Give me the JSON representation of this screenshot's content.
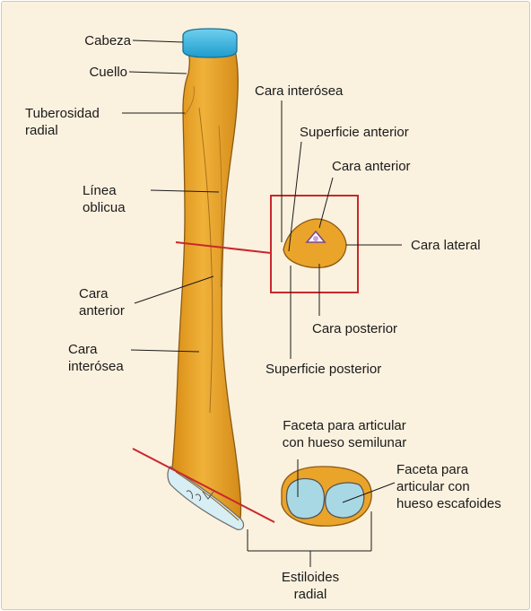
{
  "labels": {
    "cabeza": "Cabeza",
    "cuello": "Cuello",
    "tuberosidad_1": "Tuberosidad",
    "tuberosidad_2": "radial",
    "linea_1": "Línea",
    "linea_2": "oblicua",
    "cara_anterior_1": "Cara",
    "cara_anterior_2": "anterior",
    "cara_interosea_1": "Cara",
    "cara_interosea_2": "interósea",
    "cara_interosea_top": "Cara interósea",
    "superficie_anterior": "Superficie anterior",
    "cara_anterior_section": "Cara anterior",
    "cara_lateral": "Cara lateral",
    "cara_posterior": "Cara posterior",
    "superficie_posterior": "Superficie posterior",
    "faceta_semilunar_1": "Faceta para articular",
    "faceta_semilunar_2": "con hueso semilunar",
    "faceta_escafoides_1": "Faceta para",
    "faceta_escafoides_2": "articular con",
    "faceta_escafoides_3": "hueso escafoides",
    "estiloides_1": "Estiloides",
    "estiloides_2": "radial"
  },
  "colors": {
    "bone": "#eba42a",
    "head": "#3cb4e0",
    "highlight_box": "#c8282d",
    "background": "#fbf1df"
  }
}
